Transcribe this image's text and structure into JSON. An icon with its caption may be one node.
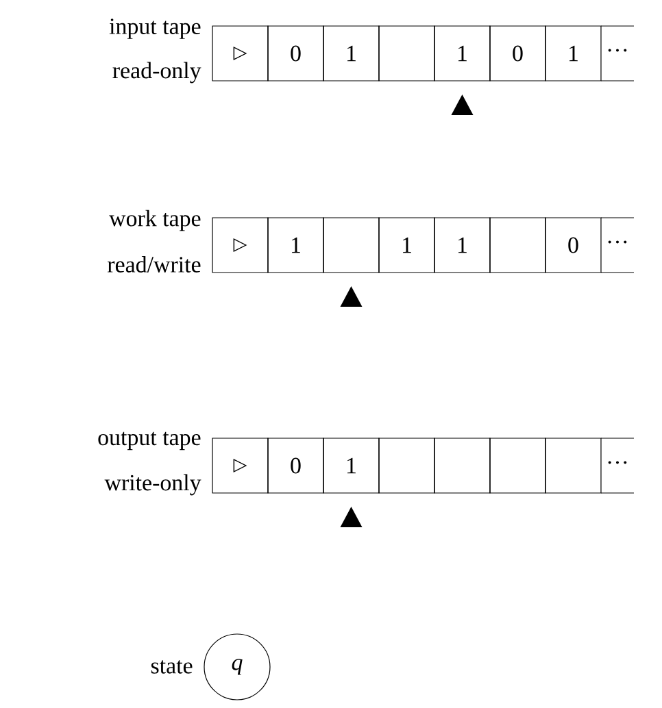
{
  "diagram": {
    "nodes": [
      {
        "text": [
          "▷"
        ],
        "beside": [
          "input tape",
          "read-only"
        ]
      },
      {
        "text": [
          "0"
        ]
      },
      {
        "text": [
          "1"
        ]
      },
      {
        "text": [],
        "shape": "box"
      },
      {
        "text": [
          "1"
        ]
      },
      {
        "text": [
          "0"
        ]
      },
      {
        "text": [
          "1"
        ]
      },
      {
        "text": [
          "···"
        ]
      },
      {
        "text": [
          "▷"
        ],
        "beside": [
          "work tape",
          "read/write"
        ]
      },
      {
        "text": [
          "1"
        ]
      },
      {
        "text": [],
        "shape": "box"
      },
      {
        "text": [
          "1"
        ]
      },
      {
        "text": [
          "1"
        ]
      },
      {
        "text": [],
        "shape": "box"
      },
      {
        "text": [
          "0"
        ]
      },
      {
        "text": [
          "···"
        ]
      },
      {
        "text": [
          "▷"
        ],
        "beside": [
          "output tape",
          "write-only"
        ]
      },
      {
        "text": [
          "0"
        ]
      },
      {
        "text": [
          "1"
        ]
      },
      {
        "text": [],
        "shape": "box"
      },
      {
        "text": [],
        "shape": "box"
      },
      {
        "text": [],
        "shape": "box"
      },
      {
        "text": [],
        "shape": "box"
      },
      {
        "text": [
          "···"
        ]
      },
      {
        "text": [
          "q"
        ],
        "beside": [
          "state"
        ]
      }
    ]
  }
}
